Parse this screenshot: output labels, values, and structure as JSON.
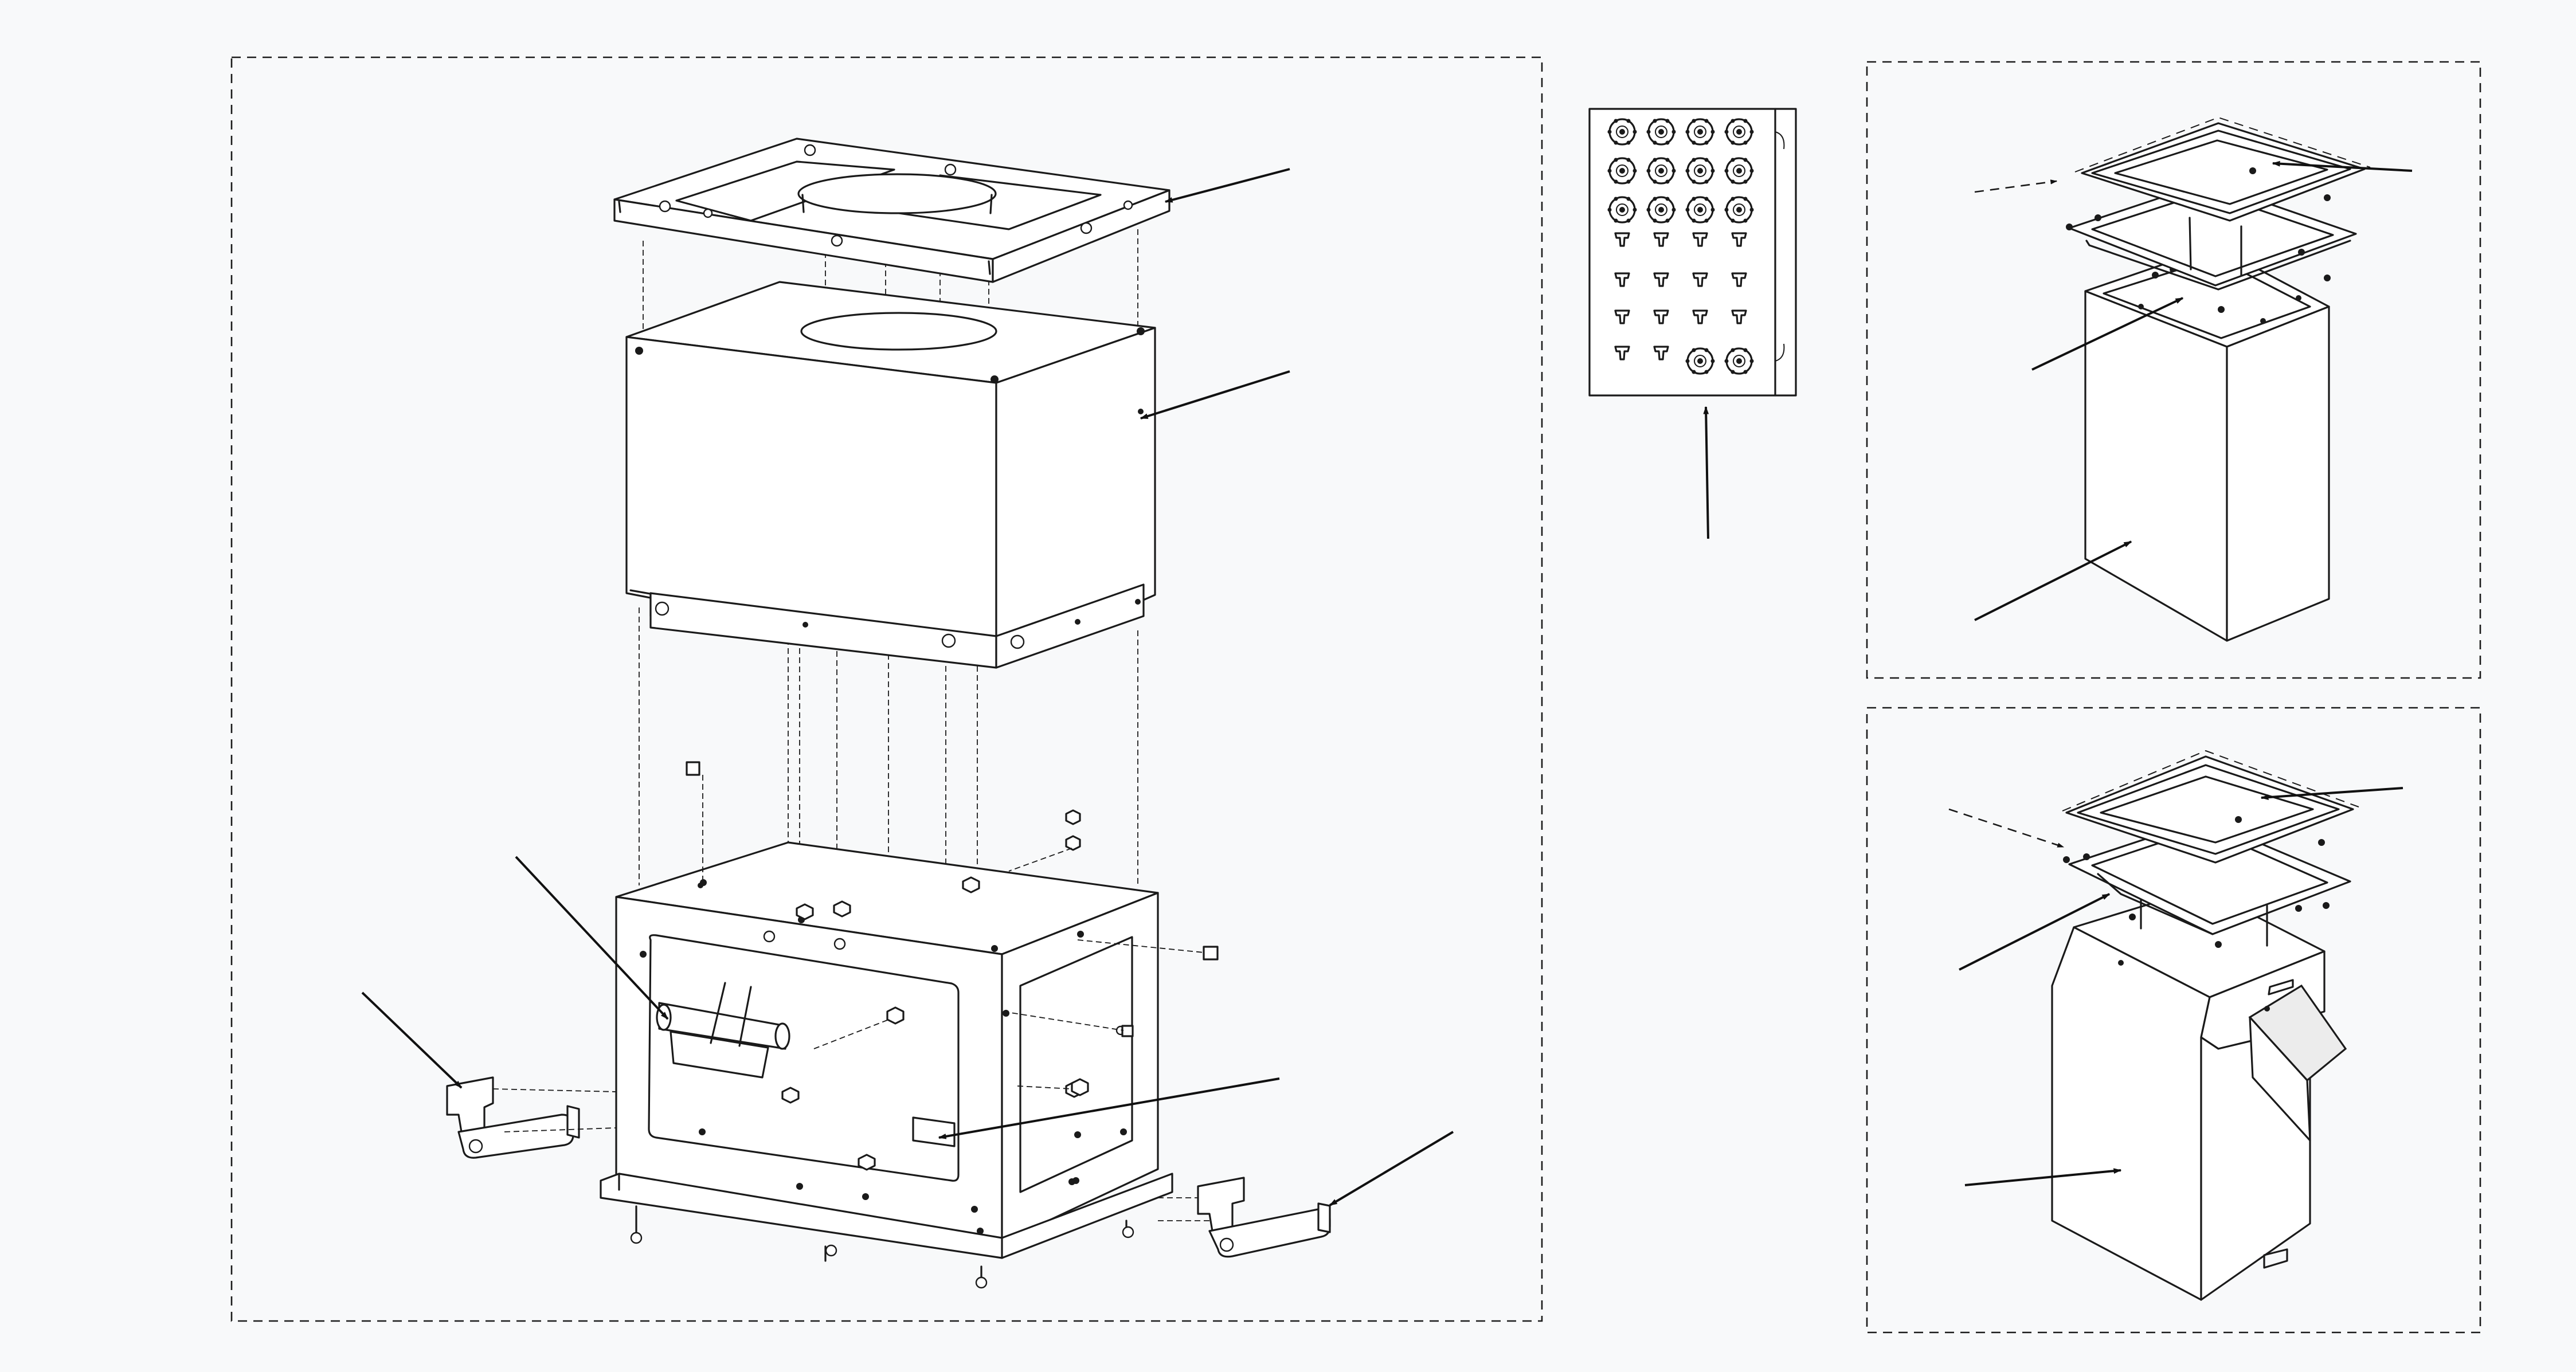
{
  "diagram": {
    "type": "exploded-assembly-drawing",
    "panels": [
      {
        "id": "main-assembly"
      },
      {
        "id": "hardware-kit"
      },
      {
        "id": "variant-rectangular"
      },
      {
        "id": "variant-angled"
      }
    ],
    "callout_count": 14,
    "labels_printed": false
  },
  "colors": {
    "background": "#f8f9fa",
    "line": "#1a1a1a",
    "fill": "#ffffff"
  },
  "icons": {
    "arrow": "arrow-callout-icon",
    "knob": "knob-nut-icon",
    "screw": "screw-icon"
  }
}
